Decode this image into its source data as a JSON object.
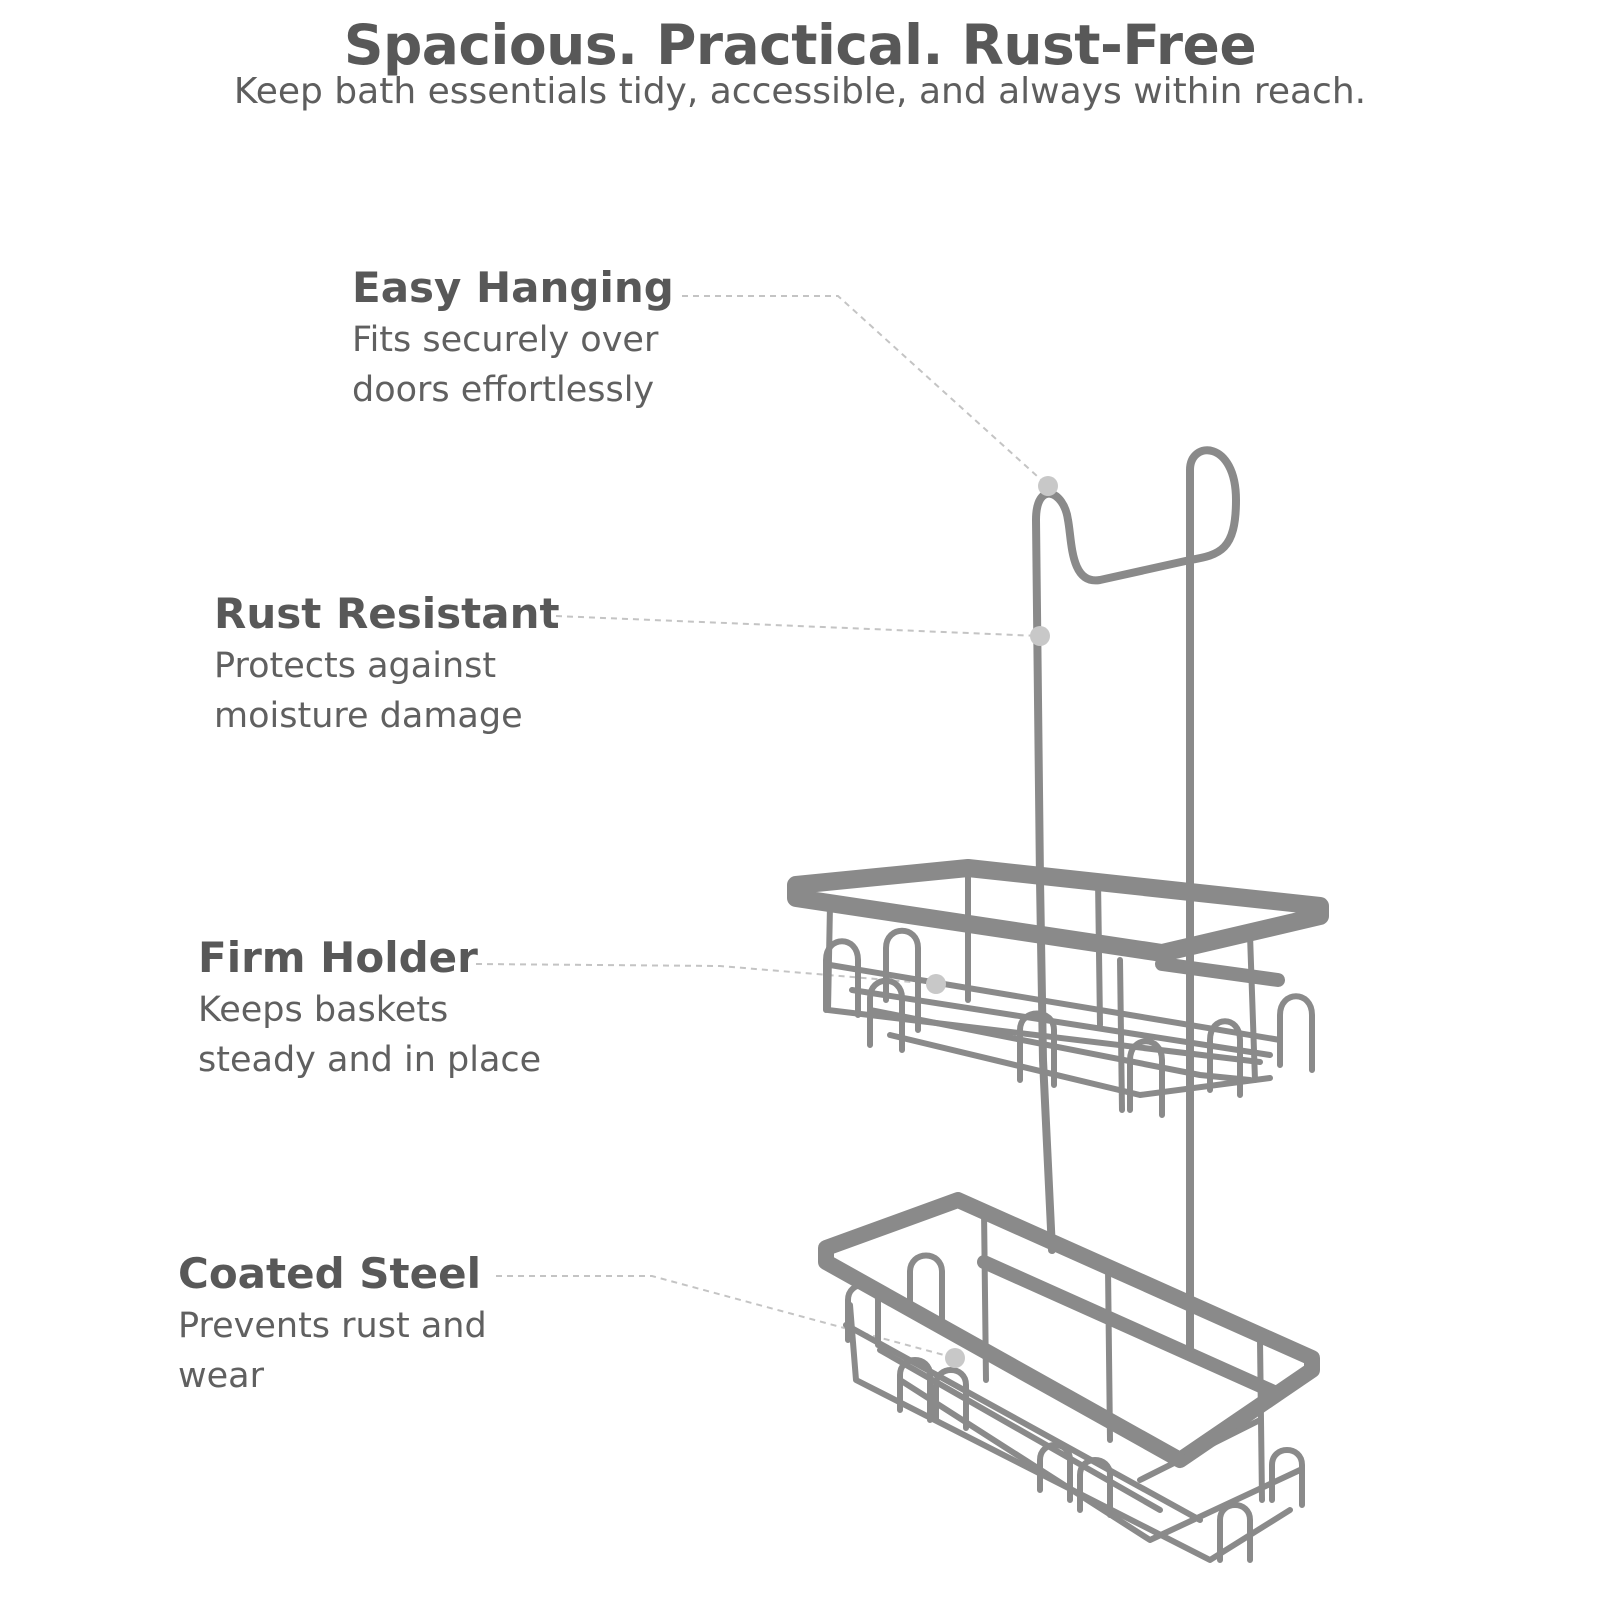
{
  "header": {
    "title": "Spacious. Practical. Rust-Free",
    "subtitle": "Keep bath essentials tidy, accessible, and always within reach."
  },
  "callouts": [
    {
      "title": "Easy Hanging",
      "lines": [
        "Fits securely over",
        "doors effortlessly"
      ]
    },
    {
      "title": "Rust Resistant",
      "lines": [
        "Protects against",
        "moisture damage"
      ]
    },
    {
      "title": "Firm Holder",
      "lines": [
        "Keeps baskets",
        "steady and in place"
      ]
    },
    {
      "title": "Coated Steel",
      "lines": [
        "Prevents rust and",
        "wear"
      ]
    }
  ],
  "colors": {
    "text": "#585858",
    "rack": "#8a8a8a",
    "leader": "#c4c4c4"
  }
}
